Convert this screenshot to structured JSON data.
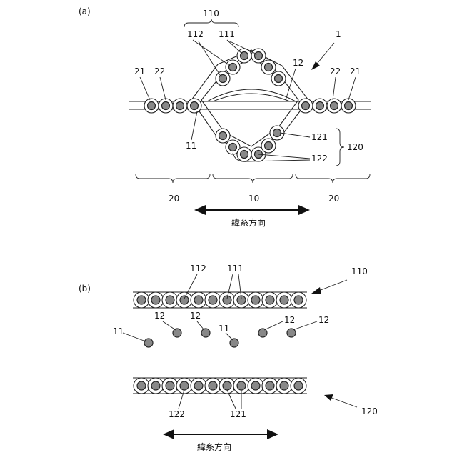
{
  "figure_a": {
    "panel_label": "(a)",
    "ref_fabric": "1",
    "ref_warp_group_top": "110",
    "ref_warp_top_left": "112",
    "ref_warp_top_right": "111",
    "ref_weft_top": "12",
    "ref_weft_left": "11",
    "ref_edge_left_21": "21",
    "ref_edge_left_22": "22",
    "ref_edge_right_22": "22",
    "ref_edge_right_21": "21",
    "ref_bottom_121": "121",
    "ref_bottom_122": "122",
    "ref_warp_group_bottom": "120",
    "region_left": "20",
    "region_center": "10",
    "region_right": "20",
    "direction_label": "緯糸方向"
  },
  "figure_b": {
    "panel_label": "(b)",
    "ref_top_112": "112",
    "ref_top_111": "111",
    "ref_top_group": "110",
    "ref_weft_12_a": "12",
    "ref_weft_12_b": "12",
    "ref_weft_12_c": "12",
    "ref_weft_12_d": "12",
    "ref_weft_11_a": "11",
    "ref_weft_11_b": "11",
    "ref_bottom_122": "122",
    "ref_bottom_121": "121",
    "ref_bottom_group": "120",
    "direction_label": "緯糸方向"
  }
}
